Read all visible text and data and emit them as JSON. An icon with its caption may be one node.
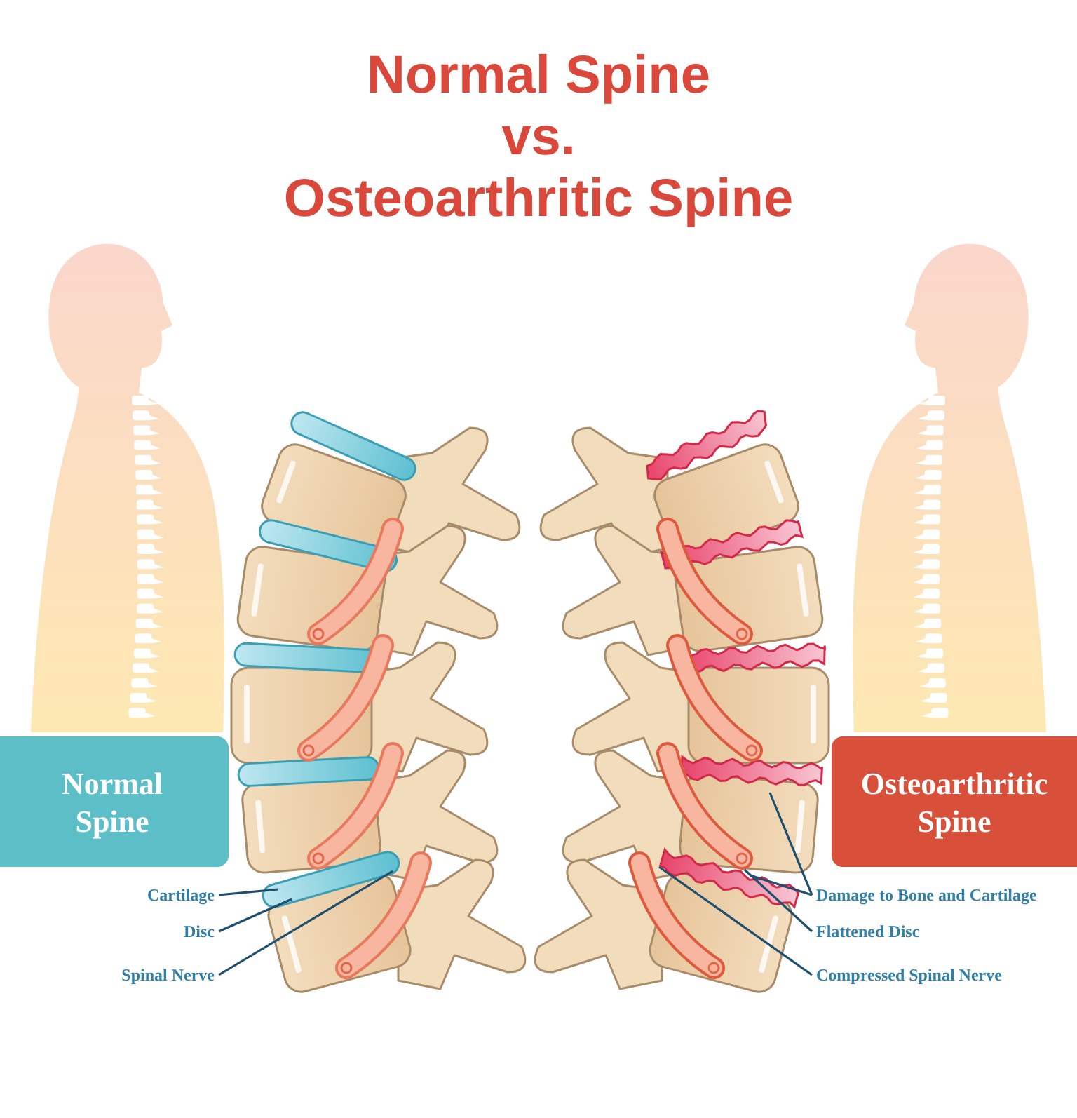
{
  "diagram": {
    "title": "Normal Spine vs. Osteoarthritic Spine",
    "nodes": [
      {
        "text": [
          "Normal Spine"
        ]
      },
      {
        "text": [
          "Osteoarthritic Spine"
        ]
      },
      {
        "text": [
          "Cartilage"
        ]
      },
      {
        "text": [
          "Disc"
        ]
      },
      {
        "text": [
          "Spinal Nerve"
        ]
      },
      {
        "text": [
          "Damage to Bone and Cartilage"
        ]
      },
      {
        "text": [
          "Flattened Disc"
        ]
      },
      {
        "text": [
          "Compressed Spinal Nerve"
        ]
      },
      {
        "text": [],
        "shape": "bar"
      },
      {
        "text": [],
        "shape": "tube"
      },
      {
        "text": [],
        "shape": "box"
      },
      {
        "text": [],
        "shape": "bar"
      },
      {
        "text": [],
        "shape": "tube"
      }
    ],
    "edges": [
      {
        "from": 2,
        "to": 8,
        "arrow": "none"
      },
      {
        "from": 3,
        "to": 8,
        "arrow": "none"
      },
      {
        "from": 4,
        "to": 9,
        "arrow": "none"
      },
      {
        "from": 5,
        "to": 10,
        "arrow": "none"
      },
      {
        "from": 5,
        "to": 11,
        "arrow": "none"
      },
      {
        "from": 6,
        "to": 11,
        "arrow": "none"
      },
      {
        "from": 7,
        "to": 12,
        "arrow": "none"
      }
    ]
  }
}
